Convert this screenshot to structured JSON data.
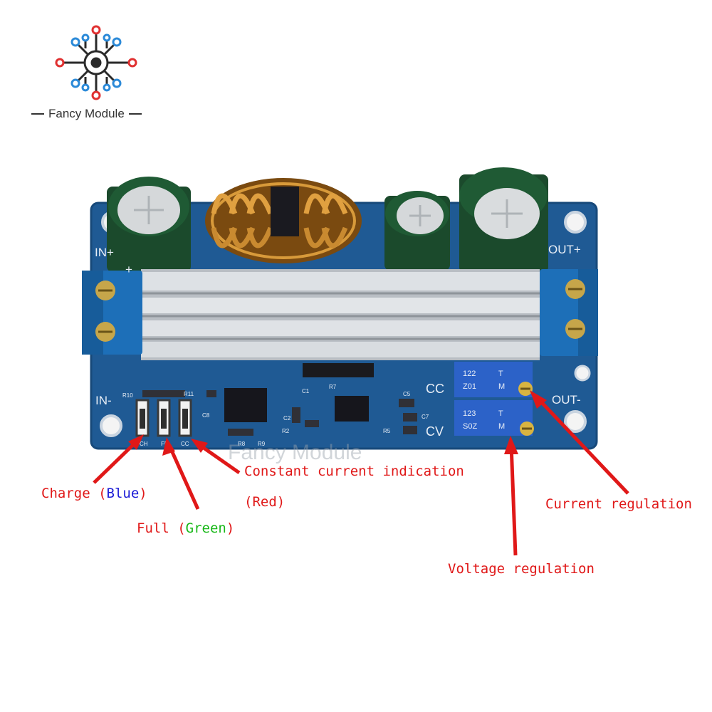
{
  "brand": {
    "name": "Fancy Module",
    "watermark": "Fancy Module"
  },
  "board": {
    "terminals": {
      "in_plus": "IN+",
      "in_minus": "IN-",
      "out_plus": "OUT+",
      "out_minus": "OUT-",
      "plus": "+"
    },
    "mode_labels": {
      "cc": "CC",
      "cv": "CV"
    },
    "pot_upper": {
      "line1": "122",
      "line2": "Z01",
      "mark1": "T",
      "mark2": "M"
    },
    "pot_lower": {
      "line1": "123",
      "line2": "S0Z",
      "mark1": "T",
      "mark2": "M"
    },
    "silkscreen": {
      "r10": "R10",
      "r11": "R11",
      "c8": "C8",
      "c1": "C1",
      "r7": "R7",
      "c2": "C2",
      "r2": "R2",
      "c5": "C5",
      "c7": "C7",
      "r5": "R5",
      "r8": "R8",
      "r9": "R9",
      "led_a": "CH",
      "led_b": "FN",
      "led_c": "CC"
    },
    "colors": {
      "pcb": "#1f5a94",
      "heatsink": "#c8cdd2",
      "terminal": "#1d6fb8",
      "copper": "#c87a1a"
    }
  },
  "annotations": {
    "charge_prefix": "Charge (",
    "charge_color": "Blue",
    "charge_suffix": ")",
    "full_prefix": "Full (",
    "full_color": "Green",
    "full_suffix": ")",
    "constant_current": "Constant current indication",
    "red": "(Red)",
    "current_regulation": "Current regulation",
    "voltage_regulation": "Voltage regulation"
  },
  "arrow_color": "#e01818"
}
